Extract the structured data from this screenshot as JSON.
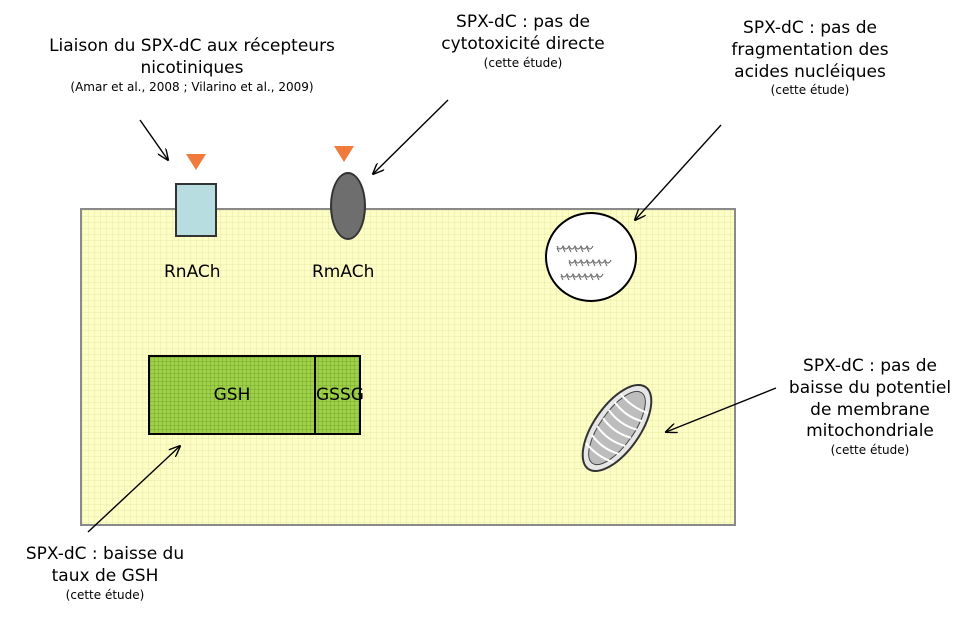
{
  "notes": {
    "binding": {
      "line1": "Liaison du SPX-dC aux récepteurs",
      "line2": "nicotiniques",
      "ref": "(Amar et al., 2008 ; Vilarino et al., 2009)"
    },
    "cytotox": {
      "line1": "SPX-dC : pas de",
      "line2": "cytotoxicité directe",
      "ref": "(cette étude)"
    },
    "fragmentation": {
      "line1": "SPX-dC : pas de",
      "line2": "fragmentation des",
      "line3": "acides nucléiques",
      "ref": "(cette étude)"
    },
    "mito": {
      "line1": "SPX-dC : pas de",
      "line2": "baisse du potentiel",
      "line3": "de membrane",
      "line4": "mitochondriale",
      "ref": "(cette étude)"
    },
    "gsh": {
      "line1": "SPX-dC : baisse du",
      "line2": "taux de GSH",
      "ref": "(cette étude)"
    }
  },
  "cell": {
    "receptor_nicotinic": "RnACh",
    "receptor_muscarinic": "RmACh",
    "gsh": "GSH",
    "gssg": "GSSG"
  },
  "colors": {
    "cell_fill": "#fdfdc6",
    "cell_border": "#8a8a8a",
    "gsh_fill": "#9fd04a",
    "receptor_nicotinic": "#b8dde0",
    "receptor_muscarinic": "#6e6e6e",
    "ligand": "#f07a3c"
  },
  "icons": {
    "ligand": "orange-triangle-icon",
    "nucleus": "nucleus-dna-icon",
    "mitochondrion": "mitochondrion-icon"
  }
}
